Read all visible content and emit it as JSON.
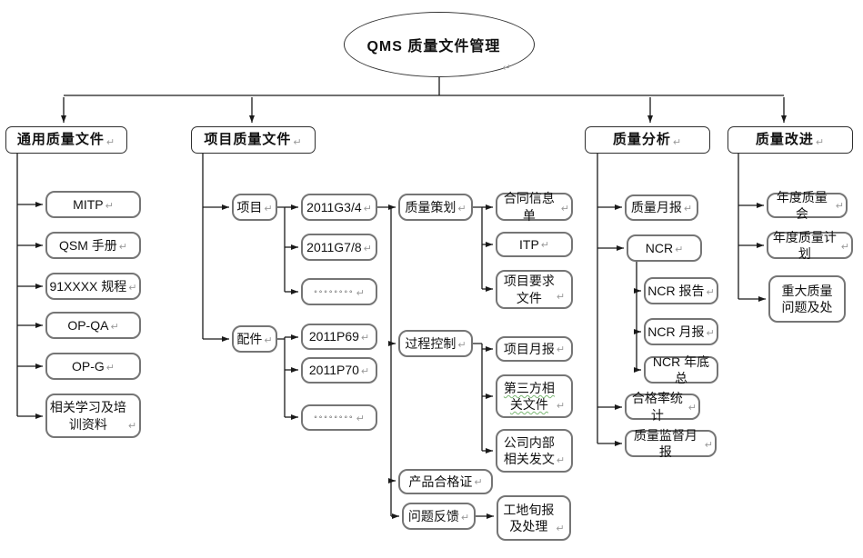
{
  "title": {
    "label": "QMS 质量文件管理"
  },
  "marks": {
    "return": "↵"
  },
  "branches": {
    "general": {
      "label": "通用质量文件",
      "items": {
        "mitp": "MITP",
        "qsm": "QSM 手册",
        "regulation": "91XXXX 规程",
        "opqa": "OP-QA",
        "opg": "OP-G",
        "training": "相关学习及培\n训资料"
      }
    },
    "project": {
      "label": "项目质量文件",
      "groups": {
        "project": {
          "label": "项目",
          "items": {
            "g34": "2011G3/4",
            "g78": "2011G7/8",
            "dots": "◦◦◦◦◦◦◦◦"
          }
        },
        "parts": {
          "label": "配件",
          "items": {
            "p69": "2011P69",
            "p70": "2011P70",
            "dots": "◦◦◦◦◦◦◦◦"
          }
        }
      },
      "phases": {
        "planning": {
          "label": "质量策划",
          "items": {
            "contract": "合同信息单",
            "itp": "ITP",
            "requirements": "项目要求\n文件"
          }
        },
        "control": {
          "label": "过程控制",
          "items": {
            "monthly": "项目月报",
            "thirdparty": "第三方相\n关文件",
            "internal": "公司内部\n相关发文"
          }
        },
        "certificate": {
          "label": "产品合格证"
        },
        "feedback": {
          "label": "问题反馈",
          "items": {
            "sitereport": "工地旬报\n及处理"
          }
        }
      }
    },
    "analysis": {
      "label": "质量分析",
      "items": {
        "monthly": "质量月报",
        "ncr": "NCR",
        "ncr_report": "NCR 报告",
        "ncr_monthly": "NCR 月报",
        "ncr_annual": "NCR 年底总",
        "passrate": "合格率统计",
        "supervision": "质量监督月报"
      }
    },
    "improvement": {
      "label": "质量改进",
      "items": {
        "annual_meeting": "年度质量会",
        "annual_plan": "年度质量计划",
        "major_issues": "重大质量\n问题及处"
      }
    }
  }
}
